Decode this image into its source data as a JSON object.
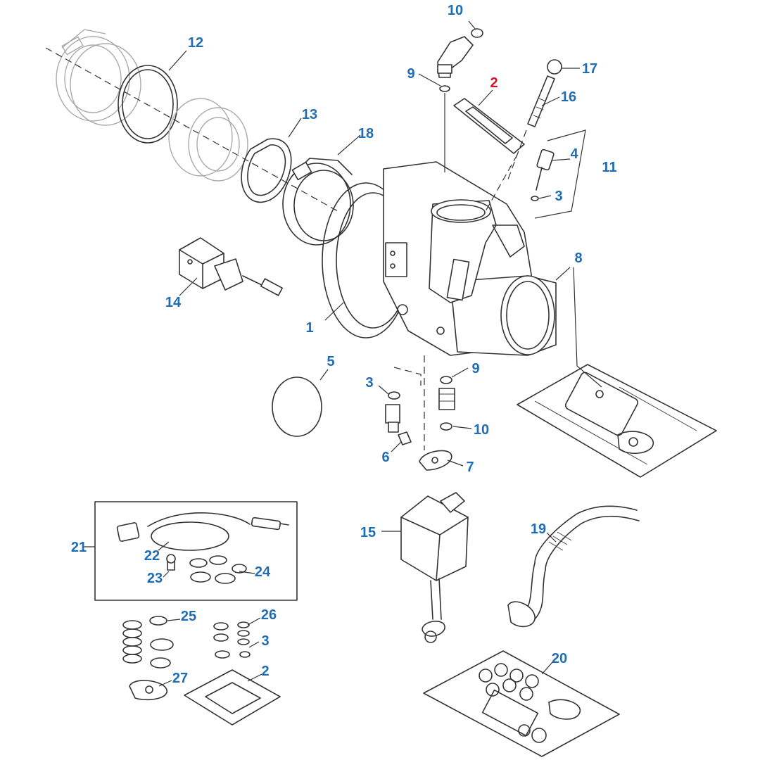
{
  "colors": {
    "callout": "#1f6db5",
    "callout_highlight": "#d0152a",
    "line": "#333333",
    "background": "#ffffff"
  },
  "callouts": [
    {
      "id": "c1",
      "text": "1",
      "highlight": false
    },
    {
      "id": "c2top",
      "text": "2",
      "highlight": true
    },
    {
      "id": "c2bot",
      "text": "2",
      "highlight": false
    },
    {
      "id": "c3a",
      "text": "3",
      "highlight": false
    },
    {
      "id": "c3b",
      "text": "3",
      "highlight": false
    },
    {
      "id": "c3c",
      "text": "3",
      "highlight": false
    },
    {
      "id": "c4",
      "text": "4",
      "highlight": false
    },
    {
      "id": "c5",
      "text": "5",
      "highlight": false
    },
    {
      "id": "c6",
      "text": "6",
      "highlight": false
    },
    {
      "id": "c7",
      "text": "7",
      "highlight": false
    },
    {
      "id": "c8",
      "text": "8",
      "highlight": false
    },
    {
      "id": "c9a",
      "text": "9",
      "highlight": false
    },
    {
      "id": "c9b",
      "text": "9",
      "highlight": false
    },
    {
      "id": "c10a",
      "text": "10",
      "highlight": false
    },
    {
      "id": "c10b",
      "text": "10",
      "highlight": false
    },
    {
      "id": "c11",
      "text": "11",
      "highlight": false
    },
    {
      "id": "c12",
      "text": "12",
      "highlight": false
    },
    {
      "id": "c13",
      "text": "13",
      "highlight": false
    },
    {
      "id": "c14",
      "text": "14",
      "highlight": false
    },
    {
      "id": "c15",
      "text": "15",
      "highlight": false
    },
    {
      "id": "c16",
      "text": "16",
      "highlight": false
    },
    {
      "id": "c17",
      "text": "17",
      "highlight": false
    },
    {
      "id": "c18",
      "text": "18",
      "highlight": false
    },
    {
      "id": "c19",
      "text": "19",
      "highlight": false
    },
    {
      "id": "c20",
      "text": "20",
      "highlight": false
    },
    {
      "id": "c21",
      "text": "21",
      "highlight": false
    },
    {
      "id": "c22",
      "text": "22",
      "highlight": false
    },
    {
      "id": "c23",
      "text": "23",
      "highlight": false
    },
    {
      "id": "c24",
      "text": "24",
      "highlight": false
    },
    {
      "id": "c25",
      "text": "25",
      "highlight": false
    },
    {
      "id": "c26",
      "text": "26",
      "highlight": false
    },
    {
      "id": "c27",
      "text": "27",
      "highlight": false
    }
  ]
}
